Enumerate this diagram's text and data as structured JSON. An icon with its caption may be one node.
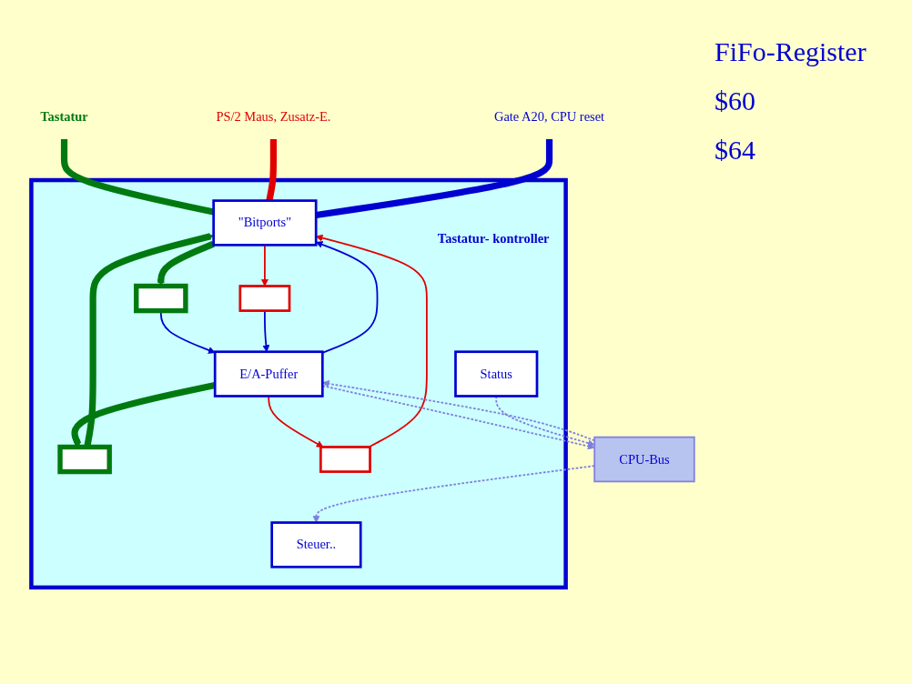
{
  "diagram": {
    "nodes": [
      {
        "text": [
          "Tastatur- kontroller"
        ]
      },
      {
        "text": [
          "\"Bitports\""
        ],
        "in": 0
      },
      {
        "text": [],
        "shape": "box",
        "in": 0
      },
      {
        "text": [],
        "shape": "box",
        "in": 0
      },
      {
        "text": [],
        "shape": "box",
        "in": 0
      },
      {
        "text": [],
        "shape": "box",
        "in": 0
      },
      {
        "text": [
          "E/A-Puffer"
        ],
        "in": 0
      },
      {
        "text": [
          "Status"
        ],
        "in": 0
      },
      {
        "text": [
          "Steuer.."
        ],
        "in": 0
      },
      {
        "text": [
          "CPU-Bus"
        ]
      },
      {
        "text": [
          "Tastatur"
        ]
      },
      {
        "text": [
          "PS/2 Maus, Zusatz-E."
        ]
      },
      {
        "text": [
          "Gate A20, CPU reset"
        ]
      }
    ],
    "edges": [
      {
        "from": 10,
        "to": 1,
        "arrow": "none",
        "style": "thick",
        "color": "#007a10"
      },
      {
        "from": 11,
        "to": 1,
        "arrow": "none",
        "style": "thick",
        "color": "#e00000"
      },
      {
        "from": 12,
        "to": 1,
        "arrow": "none",
        "style": "thick",
        "color": "#0000d0"
      },
      {
        "from": 1,
        "to": 2,
        "arrow": "to",
        "style": "thick",
        "color": "#007a10"
      },
      {
        "from": 1,
        "to": 3,
        "arrow": "to",
        "color": "#e00000"
      },
      {
        "from": 2,
        "to": 6,
        "arrow": "to",
        "color": "#0000d0"
      },
      {
        "from": 3,
        "to": 6,
        "arrow": "to",
        "color": "#0000d0"
      },
      {
        "from": 6,
        "to": 4,
        "arrow": "to",
        "style": "thick",
        "color": "#007a10"
      },
      {
        "from": 6,
        "to": 5,
        "arrow": "to",
        "color": "#e00000"
      },
      {
        "from": 4,
        "to": 1,
        "arrow": "to",
        "style": "thick",
        "color": "#007a10"
      },
      {
        "from": 5,
        "to": 1,
        "arrow": "to",
        "color": "#e00000"
      },
      {
        "from": 6,
        "to": 1,
        "arrow": "to",
        "color": "#0000d0"
      },
      {
        "from": 6,
        "to": 9,
        "arrow": "to",
        "style": "dashed",
        "color": "#8080e0"
      },
      {
        "from": 9,
        "to": 6,
        "arrow": "to",
        "style": "dashed",
        "color": "#8080e0"
      },
      {
        "from": 7,
        "to": 9,
        "arrow": "to",
        "style": "dashed",
        "color": "#8080e0"
      },
      {
        "from": 9,
        "to": 8,
        "arrow": "to",
        "style": "dashed",
        "color": "#8080e0"
      }
    ],
    "labels": [
      "FiFo-Register",
      "$60",
      "$64"
    ]
  }
}
